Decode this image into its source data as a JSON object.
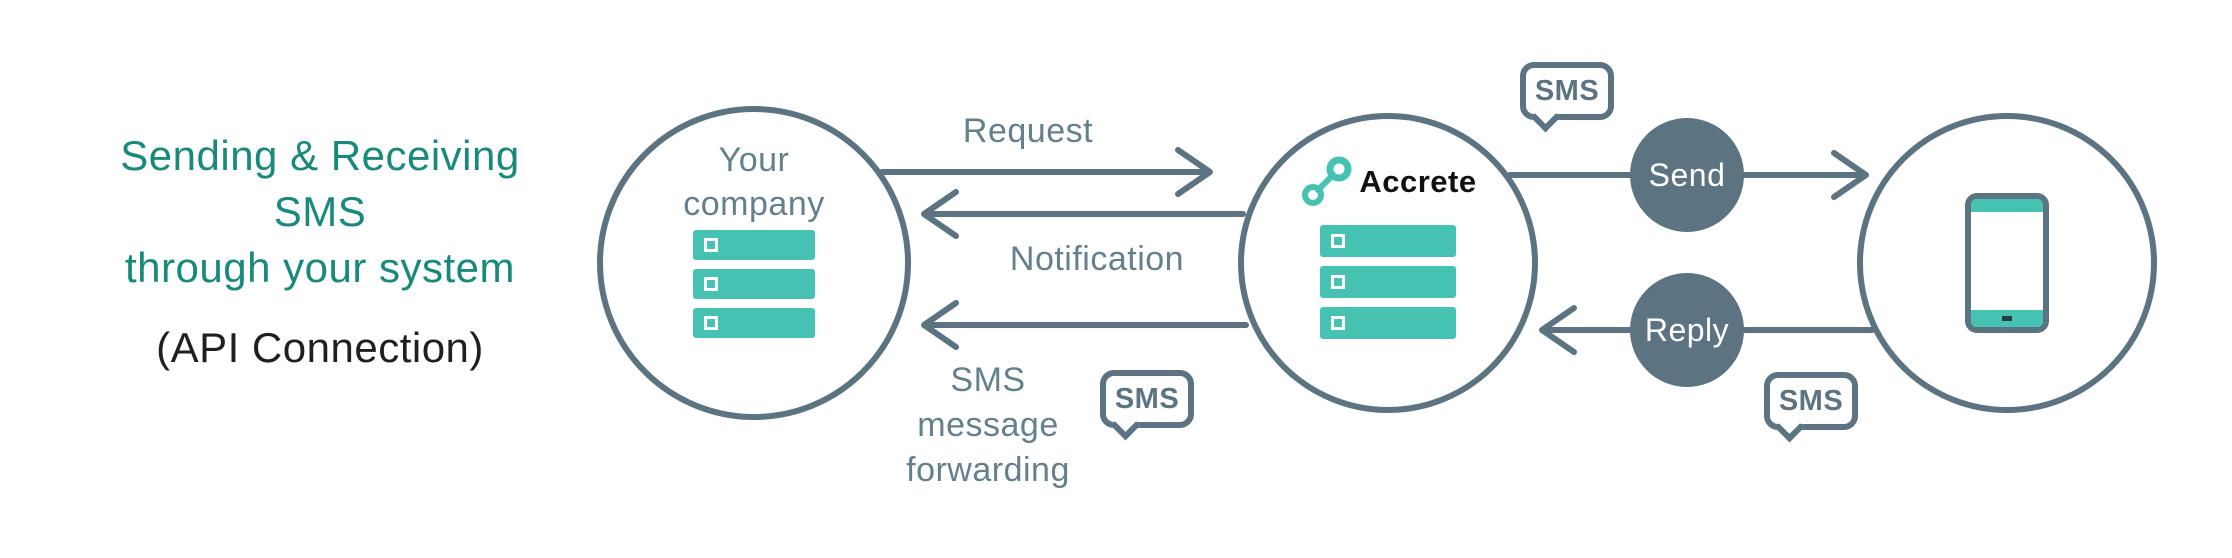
{
  "colors": {
    "teal": "#45C2B1",
    "teal-dark": "#178A7B",
    "slate": "#5C7381",
    "ink": "#1F1F1F",
    "gray-text": "#64808C"
  },
  "title": {
    "line1": "Sending & Receiving",
    "line2": "SMS",
    "line3": "through your system",
    "subtitle": "(API Connection)"
  },
  "company": {
    "label_line1": "Your",
    "label_line2": "company"
  },
  "accrete": {
    "brand": "Accrete"
  },
  "flows": {
    "request": "Request",
    "notification": "Notification",
    "forwarding_line1": "SMS",
    "forwarding_line2": "message",
    "forwarding_line3": "forwarding",
    "send": "Send",
    "reply": "Reply"
  },
  "badges": {
    "sms": "SMS"
  }
}
